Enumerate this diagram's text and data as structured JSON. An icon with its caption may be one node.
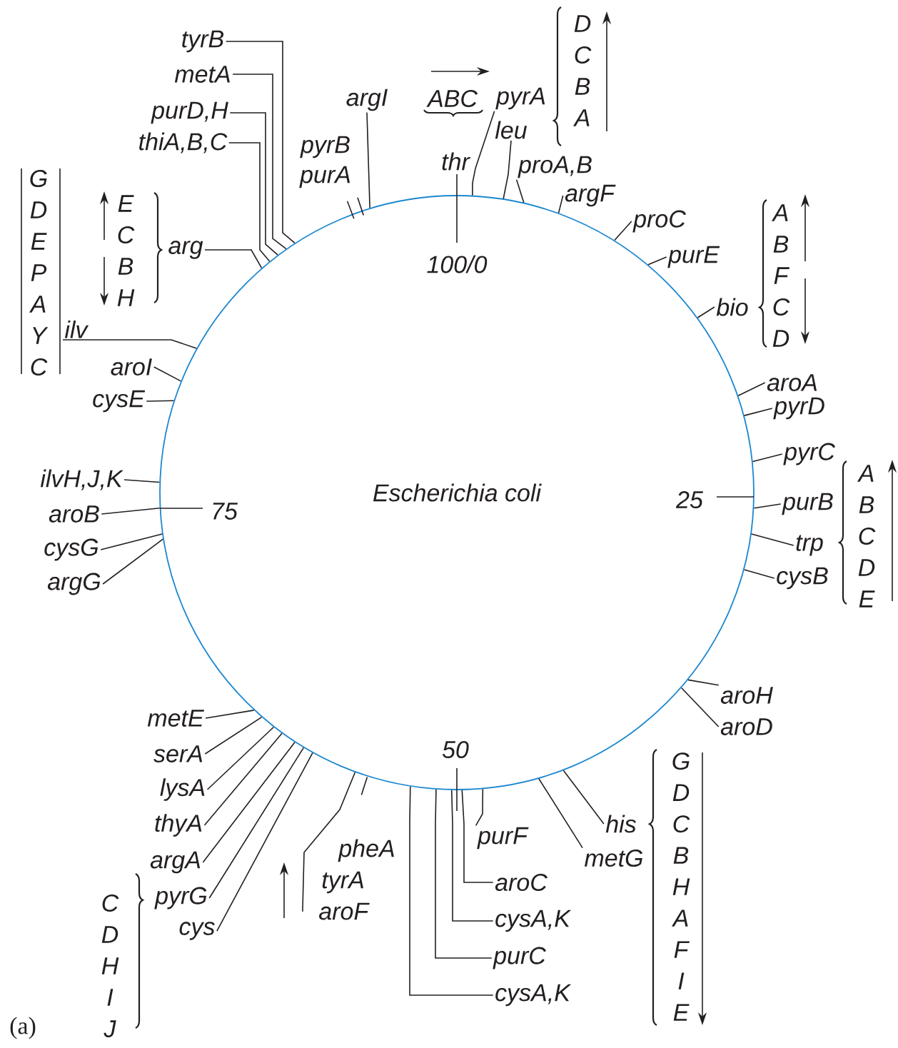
{
  "diagram": {
    "nodes": [
      {
        "text": [
          "Escherichia coli"
        ]
      },
      {
        "text": [
          "tyrB"
        ]
      },
      {
        "text": [
          "metA"
        ]
      },
      {
        "text": [
          "purD,H"
        ]
      },
      {
        "text": [
          "thiA,B,C"
        ]
      },
      {
        "text": [
          "arg"
        ]
      },
      {
        "text": [
          "argI"
        ]
      },
      {
        "text": [
          "pyrA"
        ]
      },
      {
        "text": [
          "leu"
        ]
      },
      {
        "text": [
          "proA,B"
        ]
      },
      {
        "text": [
          "argF"
        ]
      },
      {
        "text": [
          "proC"
        ]
      },
      {
        "text": [
          "purE"
        ]
      },
      {
        "text": [
          "bio"
        ]
      },
      {
        "text": [
          "aroA"
        ]
      },
      {
        "text": [
          "pyrD"
        ]
      },
      {
        "text": [
          "pyrC"
        ]
      },
      {
        "text": [
          "purB"
        ]
      },
      {
        "text": [
          "trp"
        ]
      },
      {
        "text": [
          "cysB"
        ]
      },
      {
        "text": [
          "aroH"
        ]
      },
      {
        "text": [
          "aroD"
        ]
      },
      {
        "text": [
          "his"
        ]
      },
      {
        "text": [
          "metG"
        ]
      },
      {
        "text": [
          "purF"
        ]
      },
      {
        "text": [
          "aroC"
        ]
      },
      {
        "text": [
          "cysA,K"
        ]
      },
      {
        "text": [
          "purC"
        ]
      },
      {
        "text": [
          "cysA,K"
        ]
      },
      {
        "text": [
          "pheA",
          "tyrA",
          "aroF"
        ]
      },
      {
        "text": [
          "metE"
        ]
      },
      {
        "text": [
          "serA"
        ]
      },
      {
        "text": [
          "lysA"
        ]
      },
      {
        "text": [
          "thyA"
        ]
      },
      {
        "text": [
          "argA"
        ]
      },
      {
        "text": [
          "pyrG"
        ]
      },
      {
        "text": [
          "cys"
        ]
      },
      {
        "text": [
          "ilv"
        ]
      },
      {
        "text": [
          "aroI"
        ]
      },
      {
        "text": [
          "cysE"
        ]
      },
      {
        "text": [
          "ilvH,J,K"
        ]
      },
      {
        "text": [
          "aroB"
        ]
      },
      {
        "text": [
          "cysG"
        ]
      },
      {
        "text": [
          "argG"
        ]
      }
    ],
    "edges": [
      {
        "from": 1,
        "to": 0,
        "arrow": "none"
      },
      {
        "from": 2,
        "to": 0,
        "arrow": "none"
      },
      {
        "from": 3,
        "to": 0,
        "arrow": "none"
      },
      {
        "from": 4,
        "to": 0,
        "arrow": "none"
      },
      {
        "from": 5,
        "to": 0,
        "arrow": "none"
      },
      {
        "from": 6,
        "to": 0,
        "arrow": "none"
      },
      {
        "from": 7,
        "to": 0,
        "arrow": "none"
      },
      {
        "from": 8,
        "to": 0,
        "arrow": "none"
      },
      {
        "from": 9,
        "to": 0,
        "arrow": "none"
      },
      {
        "from": 10,
        "to": 0,
        "arrow": "none"
      },
      {
        "from": 11,
        "to": 0,
        "arrow": "none"
      },
      {
        "from": 12,
        "to": 0,
        "arrow": "none"
      },
      {
        "from": 13,
        "to": 0,
        "arrow": "none"
      },
      {
        "from": 14,
        "to": 0,
        "arrow": "none"
      },
      {
        "from": 15,
        "to": 0,
        "arrow": "none"
      },
      {
        "from": 16,
        "to": 0,
        "arrow": "none"
      },
      {
        "from": 17,
        "to": 0,
        "arrow": "none"
      },
      {
        "from": 18,
        "to": 0,
        "arrow": "none"
      },
      {
        "from": 19,
        "to": 0,
        "arrow": "none"
      },
      {
        "from": 20,
        "to": 0,
        "arrow": "none"
      },
      {
        "from": 21,
        "to": 0,
        "arrow": "none"
      },
      {
        "from": 22,
        "to": 0,
        "arrow": "none"
      },
      {
        "from": 23,
        "to": 0,
        "arrow": "none"
      },
      {
        "from": 24,
        "to": 0,
        "arrow": "none"
      },
      {
        "from": 25,
        "to": 0,
        "arrow": "none"
      },
      {
        "from": 26,
        "to": 0,
        "arrow": "none"
      },
      {
        "from": 27,
        "to": 0,
        "arrow": "none"
      },
      {
        "from": 28,
        "to": 0,
        "arrow": "none"
      },
      {
        "from": 29,
        "to": 0,
        "arrow": "none"
      },
      {
        "from": 30,
        "to": 0,
        "arrow": "none"
      },
      {
        "from": 31,
        "to": 0,
        "arrow": "none"
      },
      {
        "from": 32,
        "to": 0,
        "arrow": "none"
      },
      {
        "from": 33,
        "to": 0,
        "arrow": "none"
      },
      {
        "from": 34,
        "to": 0,
        "arrow": "none"
      },
      {
        "from": 35,
        "to": 0,
        "arrow": "none"
      },
      {
        "from": 36,
        "to": 0,
        "arrow": "none"
      },
      {
        "from": 37,
        "to": 0,
        "arrow": "none"
      },
      {
        "from": 38,
        "to": 0,
        "arrow": "none"
      },
      {
        "from": 39,
        "to": 0,
        "arrow": "none"
      },
      {
        "from": 40,
        "to": 0,
        "arrow": "none"
      },
      {
        "from": 41,
        "to": 0,
        "arrow": "none"
      },
      {
        "from": 42,
        "to": 0,
        "arrow": "none"
      },
      {
        "from": 43,
        "to": 0,
        "arrow": "none"
      }
    ],
    "labels": [
      "D C B A",
      "ABC",
      "pyrB",
      "purA",
      "thr",
      "G D E P A Y C",
      "E C B H",
      "100/0",
      "A B F C D",
      "75",
      "25",
      "A B C D E",
      "50",
      "G D C B H A F I E",
      "C D H I J",
      "(a)"
    ]
  }
}
